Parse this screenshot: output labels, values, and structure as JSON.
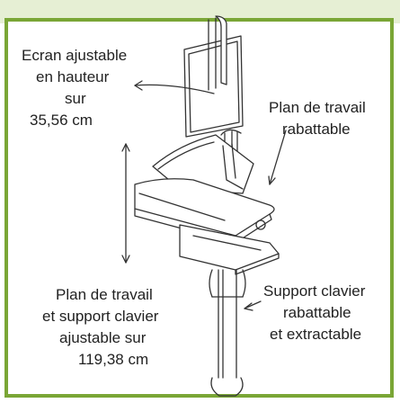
{
  "labels": {
    "screen": {
      "line1": "Ecran ajustable",
      "line2": "en hauteur",
      "line3": "sur",
      "line4": "35,56 cm"
    },
    "worktop": {
      "line1": "Plan de travail",
      "line2": "rabattable"
    },
    "worktop_keyboard": {
      "line1": "Plan de travail",
      "line2": "et support clavier",
      "line3": "ajustable sur",
      "line4": "119,38 cm"
    },
    "keyboard_support": {
      "line1": "Support clavier",
      "line2": "rabattable",
      "line3": "et extractable"
    }
  },
  "colors": {
    "border": "#7aa636",
    "top_bar": "#e6efd4",
    "text": "#222222",
    "line_art": "#333333"
  }
}
